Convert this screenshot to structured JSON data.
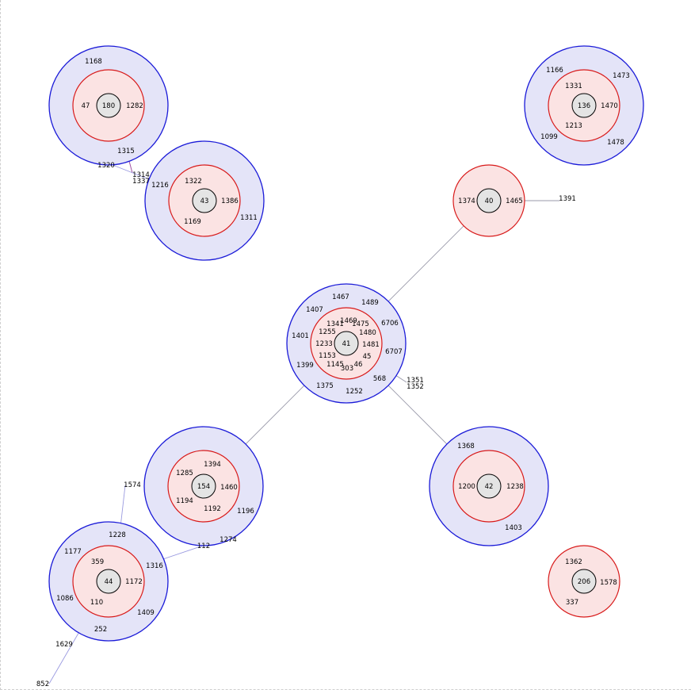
{
  "clusters": [
    {
      "id": "c180",
      "core": "180",
      "rings": [
        "mid",
        "outer"
      ]
    },
    {
      "id": "c43",
      "core": "43",
      "rings": [
        "mid",
        "outer"
      ]
    },
    {
      "id": "c136",
      "core": "136",
      "rings": [
        "mid",
        "outer"
      ]
    },
    {
      "id": "c40",
      "core": "40",
      "rings": [
        "mid"
      ]
    },
    {
      "id": "c41",
      "core": "41",
      "rings": [
        "mid",
        "outer"
      ]
    },
    {
      "id": "c154",
      "core": "154",
      "rings": [
        "mid",
        "outer"
      ]
    },
    {
      "id": "c42",
      "core": "42",
      "rings": [
        "mid",
        "outer"
      ]
    },
    {
      "id": "c44",
      "core": "44",
      "rings": [
        "mid",
        "outer"
      ]
    },
    {
      "id": "c206",
      "core": "206",
      "rings": [
        "mid"
      ]
    }
  ],
  "labels": [
    "1168",
    "47",
    "1282",
    "1315",
    "1320",
    "1314",
    "1337",
    "1216",
    "1322",
    "1386",
    "1169",
    "1311",
    "1166",
    "1473",
    "1331",
    "1470",
    "1213",
    "1099",
    "1478",
    "1374",
    "1465",
    "1391",
    "1467",
    "1489",
    "1407",
    "1341",
    "1469",
    "1475",
    "6706",
    "1255",
    "1480",
    "1401",
    "1233",
    "1481",
    "6707",
    "1153",
    "45",
    "1399",
    "1145",
    "46",
    "303",
    "568",
    "1351",
    "1352",
    "1375",
    "1252",
    "1394",
    "1285",
    "1460",
    "1194",
    "1192",
    "1196",
    "1274",
    "1368",
    "1200",
    "1238",
    "1403",
    "1574",
    "1228",
    "1177",
    "112",
    "359",
    "1316",
    "1172",
    "1086",
    "110",
    "1409",
    "252",
    "1629",
    "852",
    "1362",
    "1578",
    "337"
  ],
  "colors": {
    "outer_fill": "#e4e4f8",
    "outer_stroke": "#1a1ad8",
    "mid_fill": "#fbe3e3",
    "mid_stroke": "#d81a1a",
    "core_fill": "#e4e4e4",
    "edge": "#9a9aaa"
  }
}
